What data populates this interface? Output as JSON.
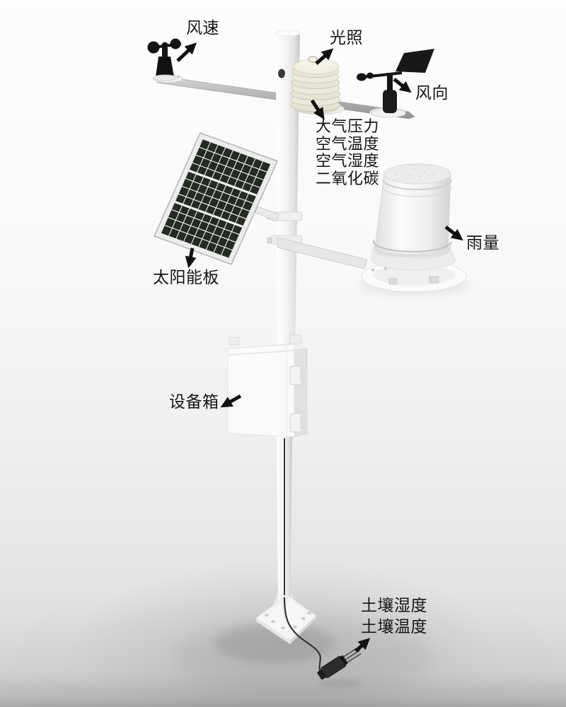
{
  "colors": {
    "background": "#f6f6f6",
    "background_bottom": "#b9b9b9",
    "label_text": "#161616",
    "arrow": "#121212",
    "device_white": "#f7f7f7",
    "device_black": "#1b1b1b",
    "solar_cell": "#242b22",
    "shield_cream": "#ece9da",
    "crossbar_gray": "#b0b0b0"
  },
  "labels": {
    "wind_speed": "风速",
    "light": "光照",
    "wind_direction": "风向",
    "air_sensors": [
      "大气压力",
      "空气温度",
      "空气湿度",
      "二氧化碳"
    ],
    "rain": "雨量",
    "solar_panel": "太阳能板",
    "device_box": "设备箱",
    "soil_moisture": "土壤湿度",
    "soil_temperature": "土壤温度"
  }
}
